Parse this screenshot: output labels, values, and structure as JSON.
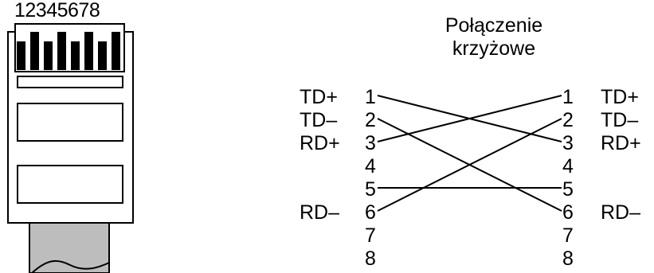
{
  "connector": {
    "pin_numbers": "12345678"
  },
  "title": {
    "line1": "Połączenie",
    "line2": "krzyżowe"
  },
  "pins": [
    "1",
    "2",
    "3",
    "4",
    "5",
    "6",
    "7",
    "8"
  ],
  "left_signals": [
    {
      "pin": "1",
      "label": "TD+"
    },
    {
      "pin": "2",
      "label": "TD–"
    },
    {
      "pin": "3",
      "label": "RD+"
    },
    {
      "pin": "6",
      "label": "RD–"
    }
  ],
  "right_signals": [
    {
      "pin": "1",
      "label": "TD+"
    },
    {
      "pin": "2",
      "label": "TD–"
    },
    {
      "pin": "3",
      "label": "RD+"
    },
    {
      "pin": "6",
      "label": "RD–"
    }
  ],
  "wires": [
    {
      "from": "1",
      "to": "3"
    },
    {
      "from": "2",
      "to": "6"
    },
    {
      "from": "3",
      "to": "1"
    },
    {
      "from": "5",
      "to": "5"
    },
    {
      "from": "6",
      "to": "2"
    }
  ]
}
